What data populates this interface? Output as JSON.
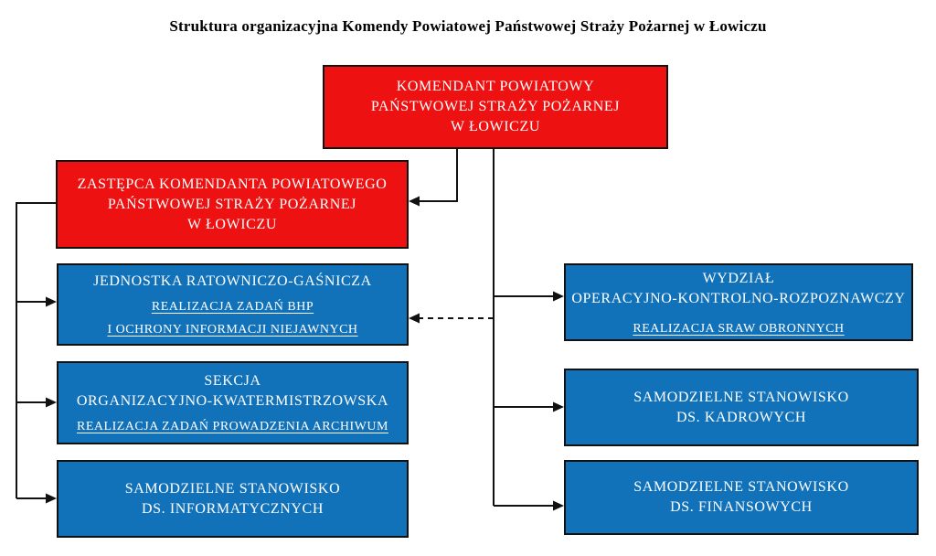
{
  "title": "Struktura organizacyjna Komendy Powiatowej Państwowej Straży Pożarnej w Łowiczu",
  "colors": {
    "box_red": "#EE1111",
    "box_blue": "#1172BA",
    "box_text": "#FFFFFF",
    "connector_line": "#111111",
    "title_text": "#000000",
    "background": "#FFFFFF"
  },
  "boxes": {
    "komendant": {
      "lines": [
        "KOMENDANT POWIATOWY",
        "PAŃSTWOWEJ STRAŻY POŻARNEJ",
        "W ŁOWICZU"
      ]
    },
    "zastepca": {
      "lines": [
        "ZASTĘPCA KOMENDANTA POWIATOWEGO",
        "PAŃSTWOWEJ STRAŻY POŻARNEJ",
        "W ŁOWICZU"
      ]
    },
    "jednostka": {
      "lines": [
        "JEDNOSTKA RATOWNICZO-GAŚNICZA"
      ],
      "sublines": [
        "REALIZACJA ZADAŃ BHP",
        "I OCHRONY INFORMACJI NIEJAWNYCH"
      ]
    },
    "sekcja": {
      "lines": [
        "SEKCJA",
        "ORGANIZACYJNO-KWATERMISTRZOWSKA"
      ],
      "sublines": [
        "REALIZACJA ZADAŃ PROWADZENIA ARCHIWUM"
      ]
    },
    "informatyczne": {
      "lines": [
        "SAMODZIELNE STANOWISKO",
        "DS. INFORMATYCZNYCH"
      ]
    },
    "wydzial": {
      "lines": [
        "WYDZIAŁ",
        "OPERACYJNO-KONTROLNO-ROZPOZNAWCZY"
      ],
      "sublines": [
        "REALIZACJA SRAW OBRONNYCH"
      ]
    },
    "kadrowe": {
      "lines": [
        "SAMODZIELNE STANOWISKO",
        "DS. KADROWYCH"
      ]
    },
    "finansowe": {
      "lines": [
        "SAMODZIELNE STANOWISKO",
        "DS. FINANSOWYCH"
      ]
    }
  }
}
